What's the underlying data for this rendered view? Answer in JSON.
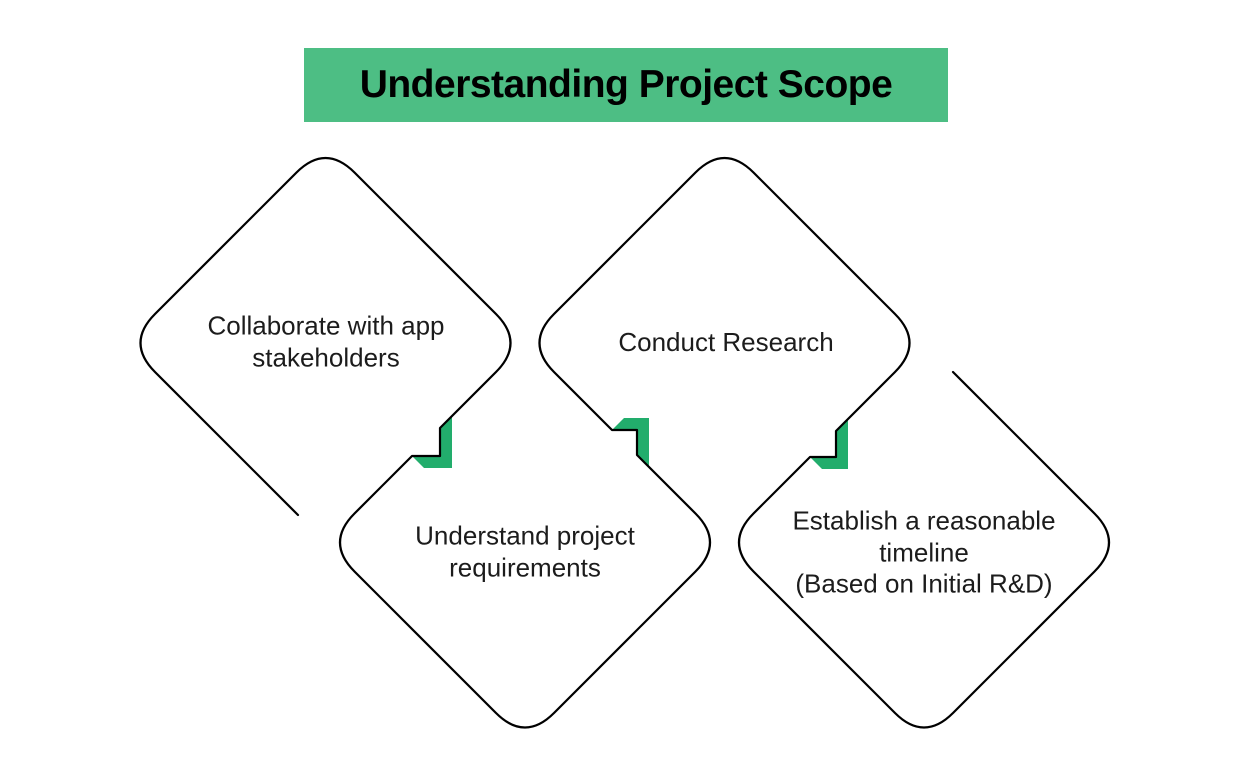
{
  "title": {
    "text": "Understanding Project Scope"
  },
  "colors": {
    "banner_green": "#4dbe84",
    "accent_green": "#22ad6c",
    "line": "#000000",
    "text": "#1c1c1c",
    "background": "#ffffff"
  },
  "nodes": [
    {
      "id": "collaborate",
      "label": "Collaborate with app\nstakeholders"
    },
    {
      "id": "conduct",
      "label": "Conduct Research"
    },
    {
      "id": "understand",
      "label": "Understand project\nrequirements"
    },
    {
      "id": "establish",
      "label": "Establish a reasonable\ntimeline\n(Based on Initial R&D)"
    }
  ]
}
